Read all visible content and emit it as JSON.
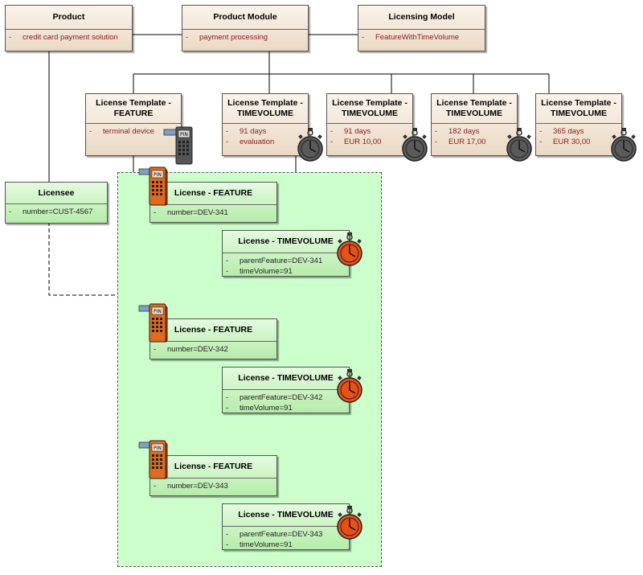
{
  "product": {
    "title": "Product",
    "attrs": [
      "credit card payment solution"
    ]
  },
  "product_module": {
    "title": "Product Module",
    "attrs": [
      "payment processing"
    ]
  },
  "licensing_model": {
    "title": "Licensing Model",
    "attrs": [
      "FeatureWithTimeVolume"
    ]
  },
  "templates": [
    {
      "title1": "License Template -",
      "title2": "FEATURE",
      "attrs": [
        "terminal device"
      ],
      "icon": "pin-terminal-icon"
    },
    {
      "title1": "License Template -",
      "title2": "TIMEVOLUME",
      "attrs": [
        "91 days",
        "evaluation"
      ],
      "icon": "stopwatch-icon"
    },
    {
      "title1": "License Template -",
      "title2": "TIMEVOLUME",
      "attrs": [
        "91 days",
        "EUR 10,00"
      ],
      "icon": "stopwatch-icon"
    },
    {
      "title1": "License Template -",
      "title2": "TIMEVOLUME",
      "attrs": [
        "182 days",
        "EUR 17,00"
      ],
      "icon": "stopwatch-icon"
    },
    {
      "title1": "License Template -",
      "title2": "TIMEVOLUME",
      "attrs": [
        "365 days",
        "EUR 30,00"
      ],
      "icon": "stopwatch-icon"
    }
  ],
  "licensee": {
    "title": "Licensee",
    "attrs": [
      "number=CUST-4567"
    ]
  },
  "licenses": [
    {
      "feature": {
        "title": "License - FEATURE",
        "attrs": [
          "number=DEV-341"
        ]
      },
      "timevolume": {
        "title": "License - TIMEVOLUME",
        "attrs": [
          "parentFeature=DEV-341",
          "timeVolume=91"
        ]
      }
    },
    {
      "feature": {
        "title": "License - FEATURE",
        "attrs": [
          "number=DEV-342"
        ]
      },
      "timevolume": {
        "title": "License - TIMEVOLUME",
        "attrs": [
          "parentFeature=DEV-342",
          "timeVolume=91"
        ]
      }
    },
    {
      "feature": {
        "title": "License - FEATURE",
        "attrs": [
          "number=DEV-343"
        ]
      },
      "timevolume": {
        "title": "License - TIMEVOLUME",
        "attrs": [
          "parentFeature=DEV-343",
          "timeVolume=91"
        ]
      }
    }
  ],
  "attr_marker": "-",
  "colors": {
    "entity_fill": "#ead9c4",
    "license_fill": "#b6ecaa",
    "group_fill": "#ccffcc",
    "attr_text": "#8b1a1a",
    "stopwatch_gray": "#555555",
    "stopwatch_orange": "#e8501a",
    "pin_orange": "#e06a20"
  }
}
